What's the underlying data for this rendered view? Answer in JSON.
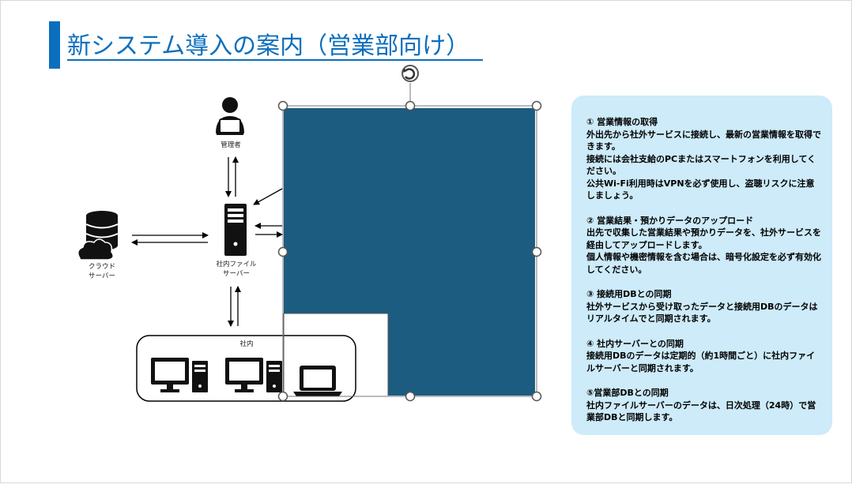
{
  "title": "新システム導入の案内（営業部向け）",
  "labels": {
    "admin": "管理者",
    "server_line1": "社内ファイル",
    "server_line2": "サーバー",
    "cloud_line1": "クラウド",
    "cloud_line2": "サーバー",
    "office": "社内"
  },
  "colors": {
    "accent": "#0c6fbd",
    "selected_shape": "#1c5c80",
    "panel_bg": "#cdebf9"
  },
  "icons": [
    "person-laptop-icon",
    "server-tower-icon",
    "database-cloud-icon",
    "desktop-computer-icon",
    "laptop-icon",
    "rotate-handle-icon"
  ],
  "sections": [
    {
      "heading": "① 営業情報の取得",
      "lines": [
        "外出先から社外サービスに接続し、最新の営業情報を取得できます。",
        "接続には会社支給のPCまたはスマートフォンを利用してください。",
        "公共Wi-Fi利用時はVPNを必ず使用し、盗聴リスクに注意しましょう。"
      ]
    },
    {
      "heading": "② 営業結果・預かりデータのアップロード",
      "lines": [
        "出先で収集した営業結果や預かりデータを、社外サービスを経由してアップロードします。",
        "個人情報や機密情報を含む場合は、暗号化設定を必ず有効化してください。"
      ]
    },
    {
      "heading": "③ 接続用DBとの同期",
      "lines": [
        "社外サービスから受け取ったデータと接続用DBのデータはリアルタイムでと同期されます。"
      ]
    },
    {
      "heading": "④ 社内サーバーとの同期",
      "lines": [
        "接続用DBのデータは定期的（約1時間ごと）に社内ファイルサーバーと同期されます。"
      ]
    },
    {
      "heading": "⑤営業部DBとの同期",
      "lines": [
        "社内ファイルサーバーのデータは、日次処理（24時）で営業部DBと同期します。"
      ]
    }
  ]
}
